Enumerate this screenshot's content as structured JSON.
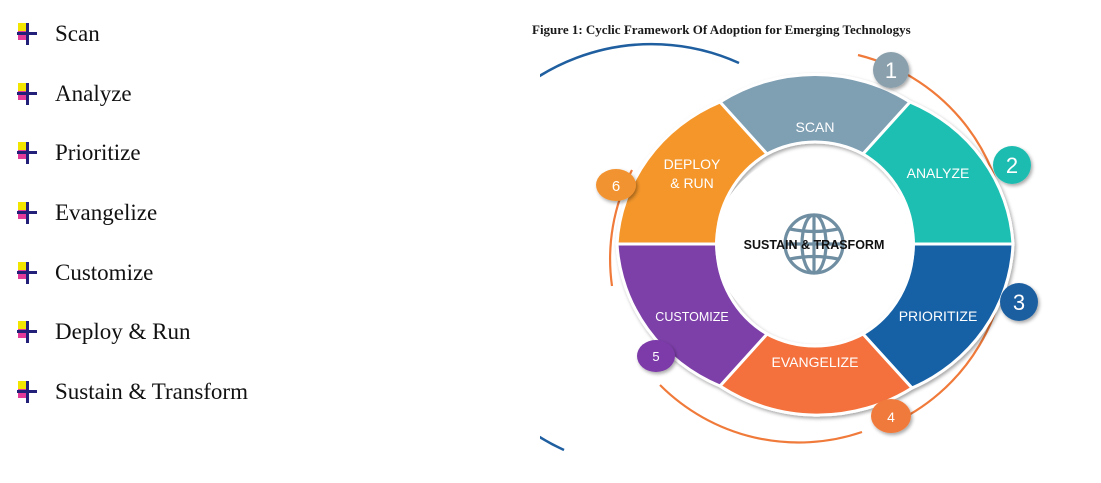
{
  "bullets": [
    {
      "label": "Scan"
    },
    {
      "label": "Analyze"
    },
    {
      "label": "Prioritize"
    },
    {
      "label": "Evangelize"
    },
    {
      "label": "Customize"
    },
    {
      "label": "Deploy & Run"
    },
    {
      "label": "Sustain & Transform"
    }
  ],
  "figure": {
    "caption": "Figure 1: Cyclic Framework Of Adoption for Emerging Technologys",
    "center_label": "SUSTAIN & TRASFORM",
    "segments": [
      {
        "label": "SCAN",
        "color": "#7f9fb3",
        "step": "1",
        "badge_color": "#8aa0ac"
      },
      {
        "label": "ANALYZE",
        "color": "#1cbfb1",
        "step": "2",
        "badge_color": "#1fbcb0"
      },
      {
        "label": "PRIORITIZE",
        "color": "#1561a6",
        "step": "3",
        "badge_color": "#1f5fa0"
      },
      {
        "label": "EVANGELIZE",
        "color": "#f4713c",
        "step": "4",
        "badge_color": "#f07a3a"
      },
      {
        "label": "CUSTOMIZE",
        "color": "#7d3fa9",
        "step": "5",
        "badge_color": "#7b3aa8"
      },
      {
        "label_line1": "DEPLOY",
        "label_line2": "& RUN",
        "color": "#f4962a",
        "step": "6",
        "badge_color": "#f29330"
      }
    ],
    "colors": {
      "outer_arc_orange": "#f07a3a",
      "outer_arc_blue": "#1f5fa0",
      "globe": "#6f8ea2"
    }
  }
}
